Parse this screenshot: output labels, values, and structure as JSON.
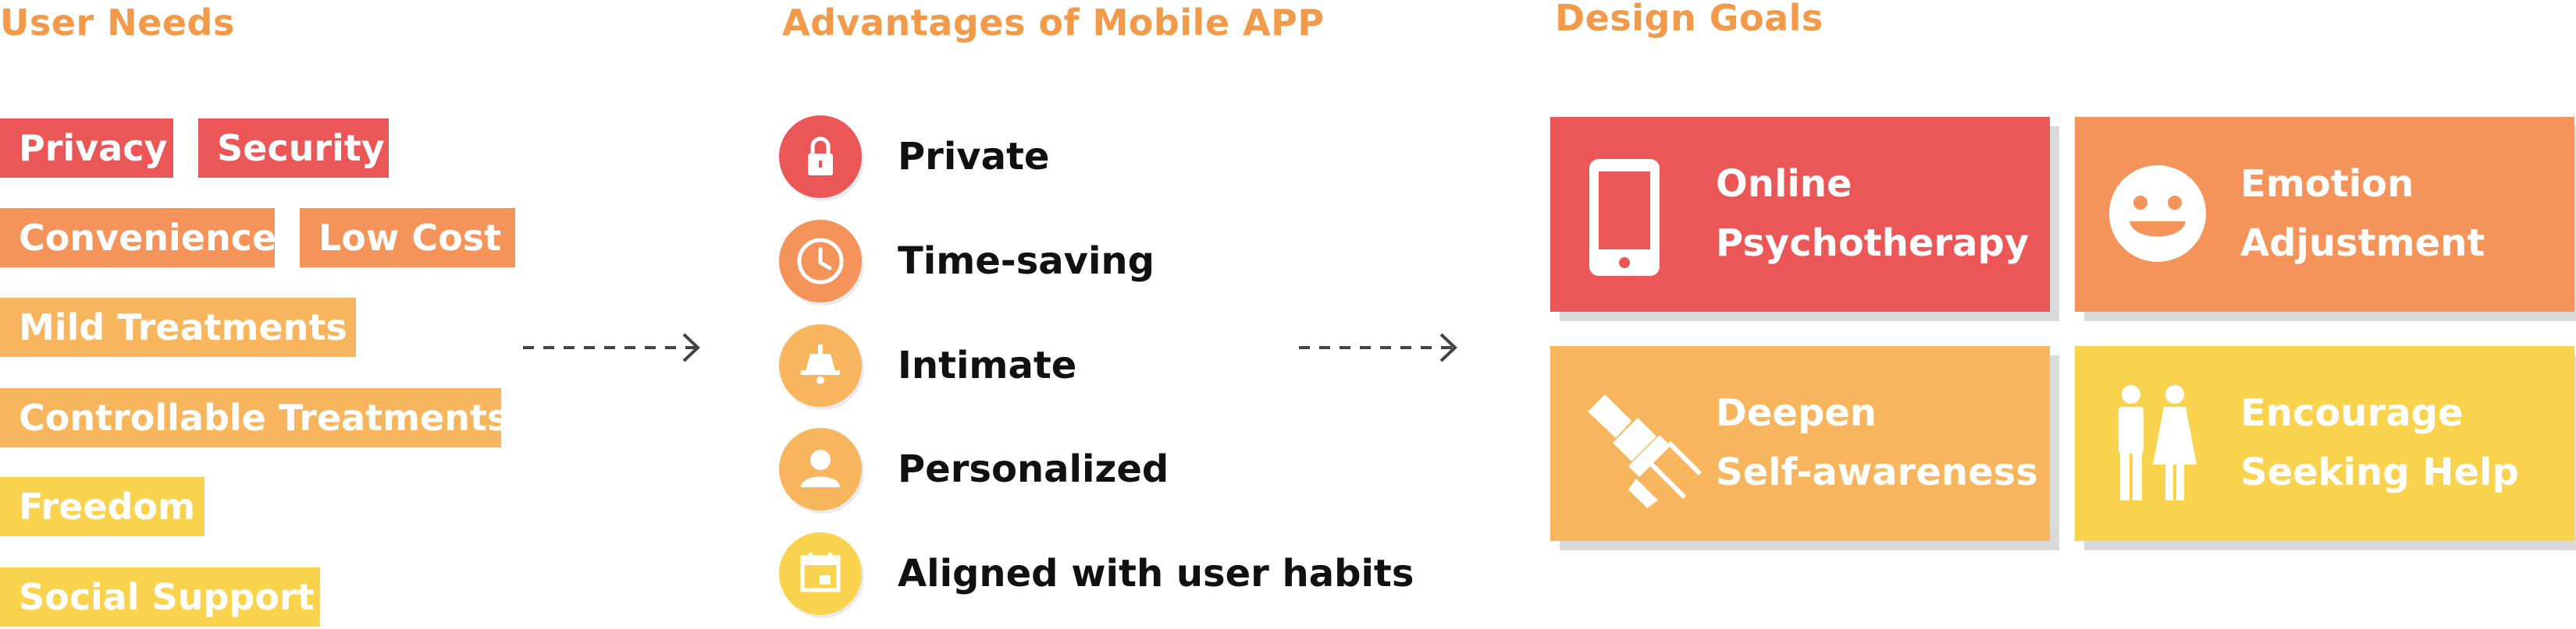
{
  "colors": {
    "heading": "#F19A4A",
    "red": "#EB5757",
    "orange": "#F4935A",
    "amber": "#F7B55E",
    "yellow": "#F9D34E"
  },
  "user_needs": {
    "title": "User Needs",
    "tags": [
      "Privacy",
      "Security",
      "Convenience",
      "Low Cost",
      "Mild Treatments",
      "Controllable Treatments",
      "Freedom",
      "Social Support"
    ]
  },
  "advantages": {
    "title": "Advantages of Mobile APP",
    "items": [
      {
        "label": "Private",
        "icon": "lock-icon"
      },
      {
        "label": "Time-saving",
        "icon": "clock-icon"
      },
      {
        "label": "Intimate",
        "icon": "bell-icon"
      },
      {
        "label": "Personalized",
        "icon": "person-icon"
      },
      {
        "label": "Aligned with user habits",
        "icon": "calendar-icon"
      }
    ]
  },
  "design_goals": {
    "title": "Design Goals",
    "items": [
      {
        "line1": "Online",
        "line2": "Psychotherapy",
        "icon": "phone-icon"
      },
      {
        "line1": "Emotion",
        "line2": "Adjustment",
        "icon": "smiley-icon"
      },
      {
        "line1": "Deepen",
        "line2": "Self-awareness",
        "icon": "flashlight-icon"
      },
      {
        "line1": "Encourage",
        "line2": "Seeking Help",
        "icon": "people-icon"
      }
    ]
  }
}
